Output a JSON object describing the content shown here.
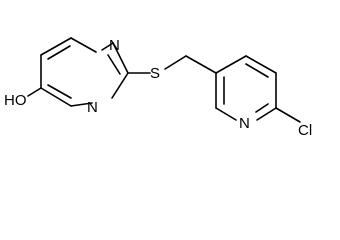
{
  "molecule": {
    "atoms": {
      "ho": "HO",
      "n_top": "N",
      "n_bottom": "N",
      "s": "S",
      "n_pyridine": "N",
      "cl": "Cl"
    },
    "colors": {
      "bond": "#000000",
      "label": "#000000",
      "background": "#ffffff"
    }
  }
}
